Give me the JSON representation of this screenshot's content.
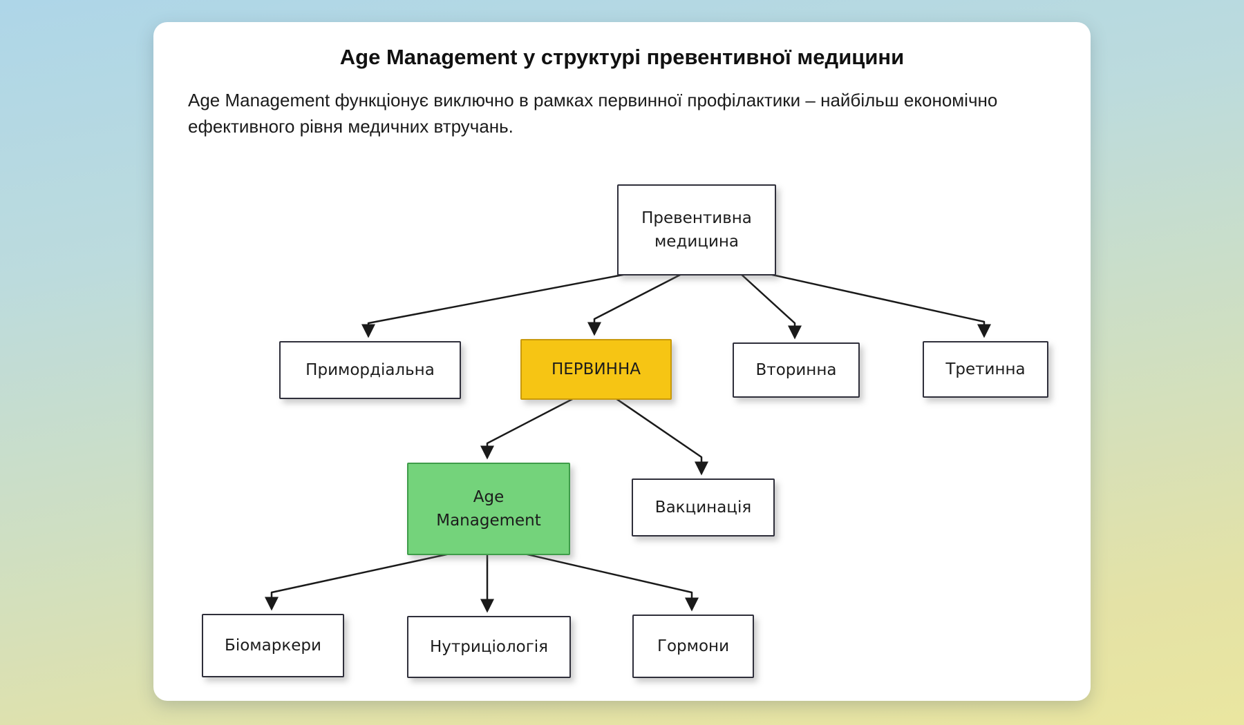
{
  "card": {
    "title": "Age Management у структурі превентивної медицини",
    "description": "Age Management функціонує виключно в рамках первинної профілактики – найбільш економічно ефективного рівня медичних втручань."
  },
  "diagram": {
    "type": "tree",
    "nodes": {
      "root": {
        "label": "Превентивна\nмедицина"
      },
      "primordial": {
        "label": "Примордіальна"
      },
      "primary": {
        "label": "ПЕРВИННА"
      },
      "secondary": {
        "label": "Вторинна"
      },
      "tertiary": {
        "label": "Третинна"
      },
      "age_management": {
        "label": "Age\nManagement"
      },
      "vaccination": {
        "label": "Вакцинація"
      },
      "biomarkers": {
        "label": "Біомаркери"
      },
      "nutrition": {
        "label": "Нутриціологія"
      },
      "hormones": {
        "label": "Гормони"
      }
    },
    "edges": [
      "root->primordial",
      "root->primary",
      "root->secondary",
      "root->tertiary",
      "primary->age_management",
      "primary->vaccination",
      "age_management->biomarkers",
      "age_management->nutrition",
      "age_management->hormones"
    ],
    "colors": {
      "primary_highlight": "#f6c514",
      "age_management_highlight": "#74d37b",
      "box_border": "#2e2e3a",
      "arrow": "#1a1a1a"
    }
  }
}
